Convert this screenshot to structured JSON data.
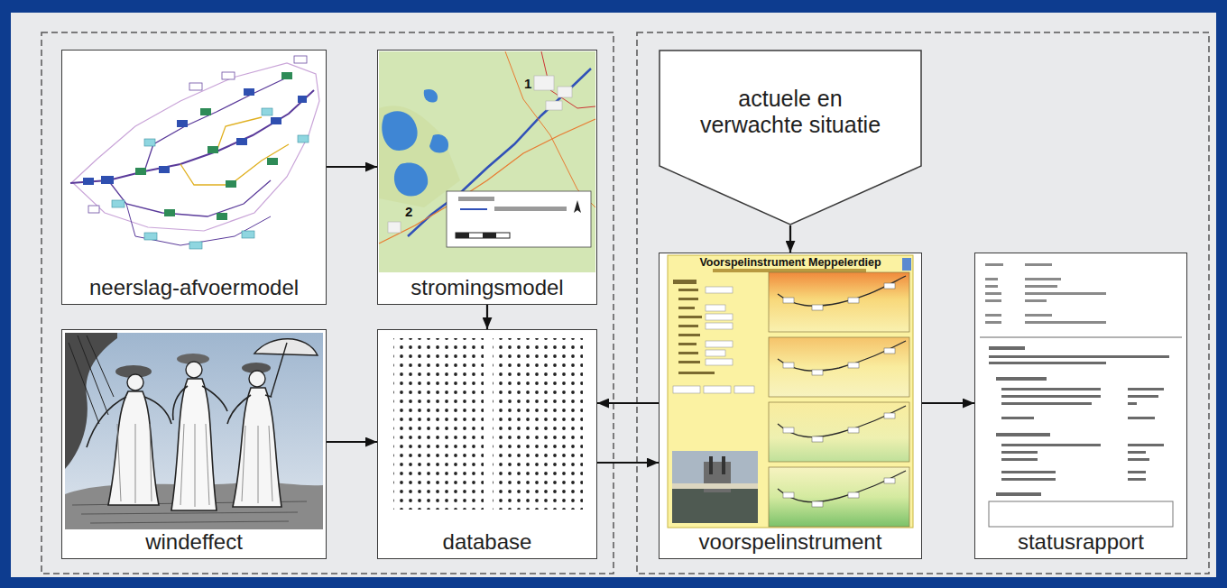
{
  "diagram": {
    "nodes": [
      {
        "text": [
          "neerslag-afvoermodel"
        ]
      },
      {
        "text": [
          "stromingsmodel"
        ]
      },
      {
        "text": [
          "windeffect"
        ]
      },
      {
        "text": [
          "database"
        ]
      },
      {
        "text": [
          "actuele en verwachte situatie"
        ]
      },
      {
        "text": [
          "voorspelinstrument"
        ]
      },
      {
        "text": [
          "statusrapport"
        ]
      }
    ],
    "edges": [
      {
        "from": 0,
        "to": 1,
        "arrow": "to"
      },
      {
        "from": 1,
        "to": 3,
        "arrow": "to"
      },
      {
        "from": 2,
        "to": 3,
        "arrow": "to"
      },
      {
        "from": 5,
        "to": 3,
        "arrow": "to"
      },
      {
        "from": 3,
        "to": 5,
        "arrow": "to"
      },
      {
        "from": 4,
        "to": 5,
        "arrow": "to"
      },
      {
        "from": 5,
        "to": 6,
        "arrow": "to"
      }
    ],
    "labels": [
      "1",
      "2",
      "Voorspelinstrument Meppelerdiep"
    ]
  }
}
